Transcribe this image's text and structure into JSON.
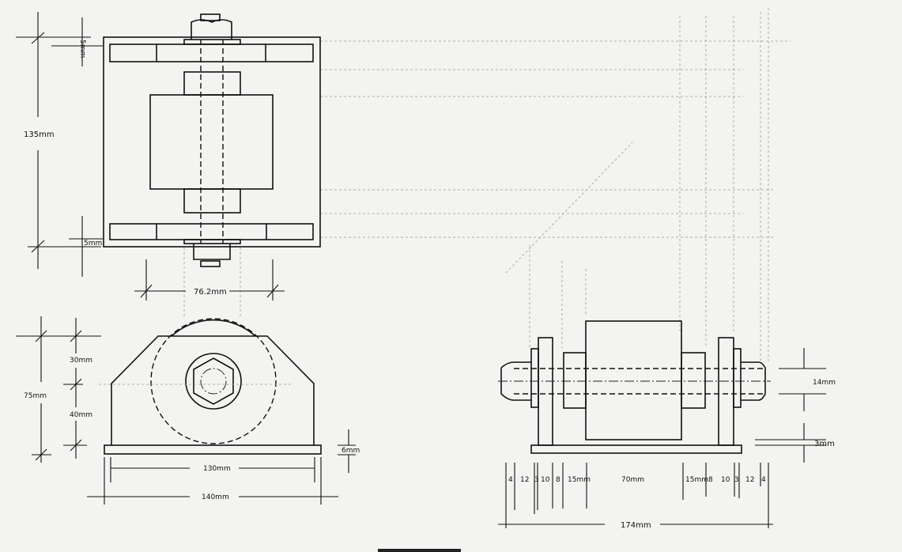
{
  "plan_view": {
    "bolt_head_thickness_top": "5mm",
    "bolt_head_thickness_bottom": "5mm",
    "overall_height": "135mm",
    "roller_width": "76.2mm"
  },
  "front_view": {
    "upper_height": "30mm",
    "lower_height": "40mm",
    "overall_height": "75mm",
    "base_thickness": "6mm",
    "inner_width": "130mm",
    "base_width": "140mm"
  },
  "side_view": {
    "shaft_diameter": "14mm",
    "base_thickness": "3mm",
    "segments_left": [
      "4",
      "12",
      "3",
      "10",
      "8",
      "15mm"
    ],
    "center": "70mm",
    "segments_right": [
      "15mm",
      "8",
      "10",
      "3",
      "12",
      "4"
    ],
    "overall_length": "174mm"
  }
}
